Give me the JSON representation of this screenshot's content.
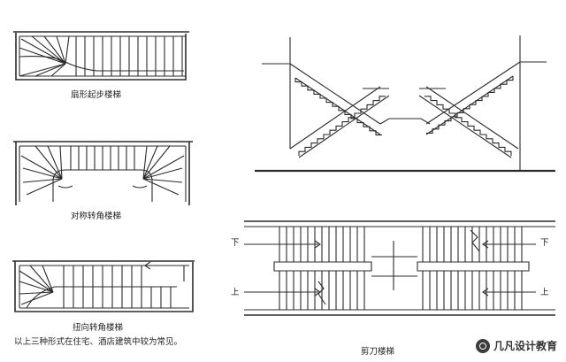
{
  "captions": {
    "fan_stair": "扇形起步楼梯",
    "symmetric_stair": "对称转角楼梯",
    "twisted_stair": "扭向转角楼梯",
    "note": "以上三种形式在住宅、酒店建筑中较为常见。",
    "scissor_stair": "剪刀楼梯"
  },
  "arrows": {
    "down": "下",
    "up": "上"
  },
  "watermark": {
    "text": "几凡设计教育",
    "icon": "wechat-brand-icon"
  }
}
